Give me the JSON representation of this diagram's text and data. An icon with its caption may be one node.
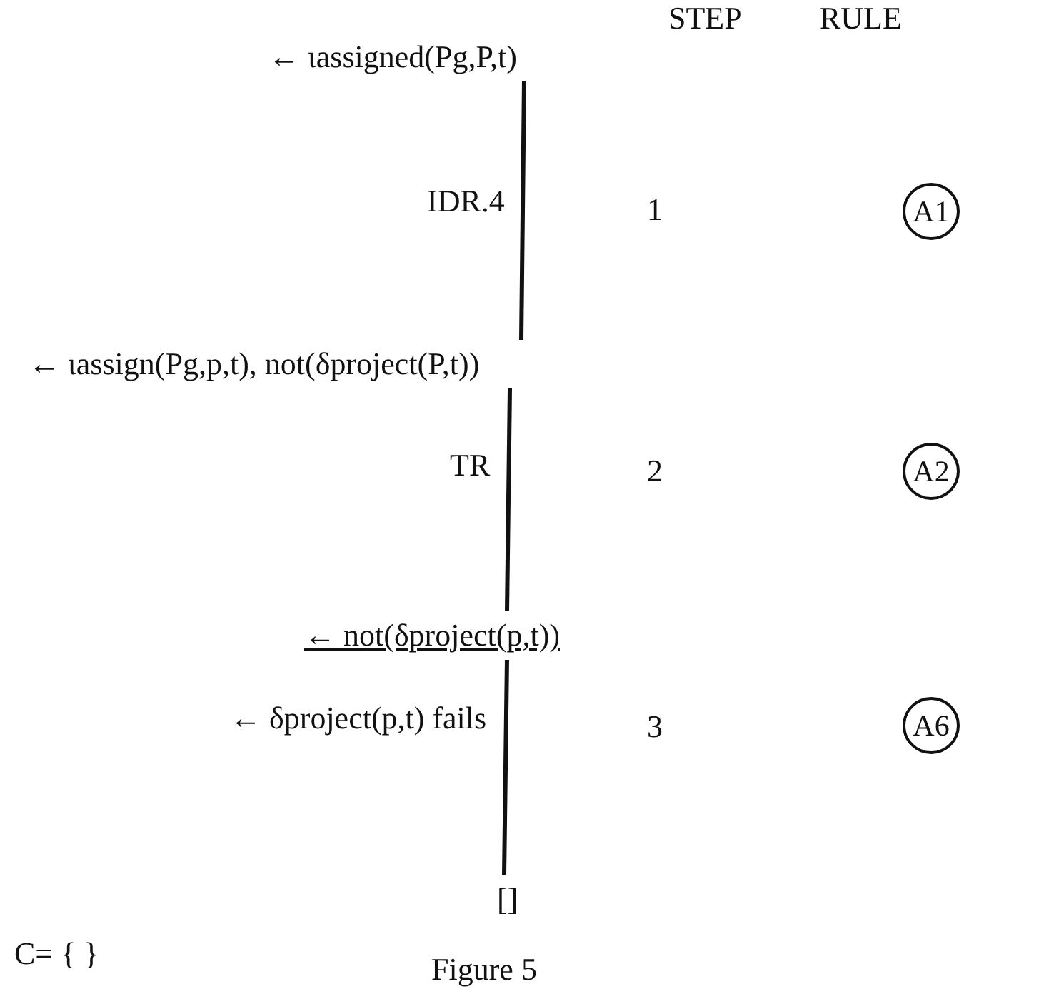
{
  "diagram": {
    "caption": "Figure 5",
    "nodes": [
      {
        "text": [
          "← ιassigned(Pg,P,t)"
        ]
      },
      {
        "text": [
          "A1"
        ]
      },
      {
        "text": [
          "← ιassign(Pg,p,t), not(δproject(P,t))"
        ]
      },
      {
        "text": [
          "A2"
        ]
      },
      {
        "text": [
          "← not(δproject(p,t))"
        ]
      },
      {
        "text": [
          "A6"
        ]
      },
      {
        "text": [
          "[]"
        ]
      }
    ],
    "edges": [
      {
        "from": 0,
        "to": 2,
        "arrow": "none",
        "label": "IDR.4"
      },
      {
        "from": 2,
        "to": 4,
        "arrow": "none",
        "label": "TR"
      },
      {
        "from": 4,
        "to": 6,
        "arrow": "none",
        "label": "← δproject(p,t) fails"
      }
    ],
    "labels": [
      "STEP",
      "RULE",
      "1",
      "2",
      "3",
      "C= { }"
    ]
  }
}
